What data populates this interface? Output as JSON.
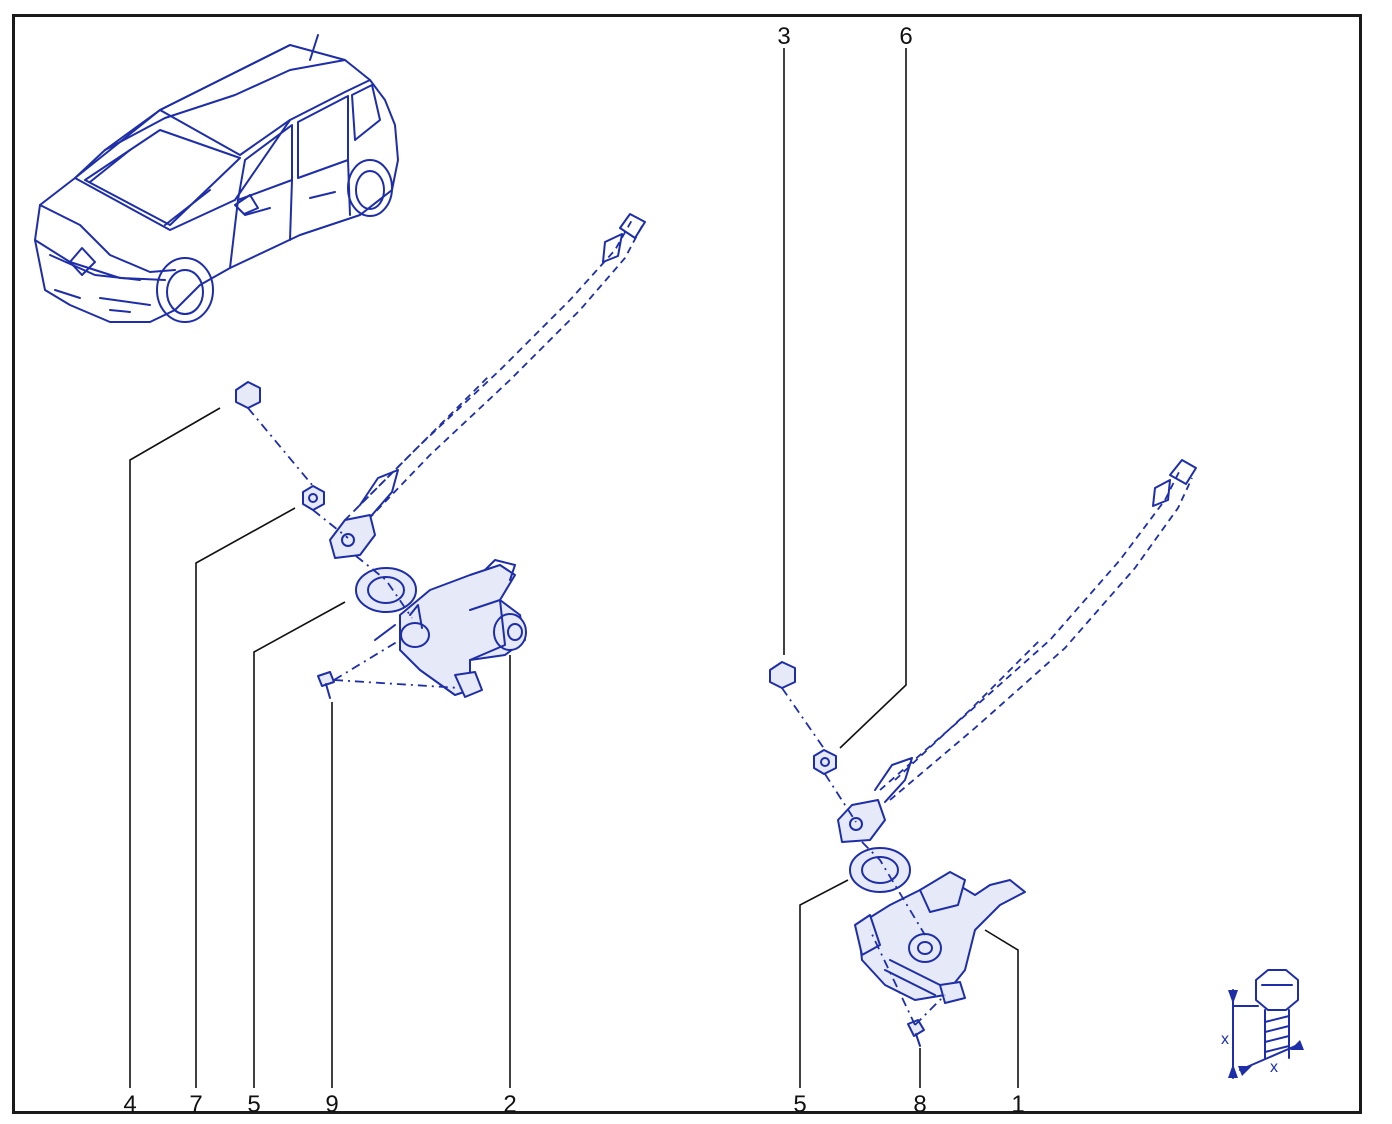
{
  "labels": {
    "l4": "4",
    "l7": "7",
    "l5a": "5",
    "l9": "9",
    "l2": "2",
    "l3": "3",
    "l6": "6",
    "l5b": "5",
    "l8": "8",
    "l1": "1"
  },
  "bolt_symbol": {
    "dim_vertical": "x",
    "dim_horizontal": "x"
  },
  "colors": {
    "ink": "#1e2ea8",
    "leader": "#111111",
    "frame": "#1a1a1a"
  }
}
